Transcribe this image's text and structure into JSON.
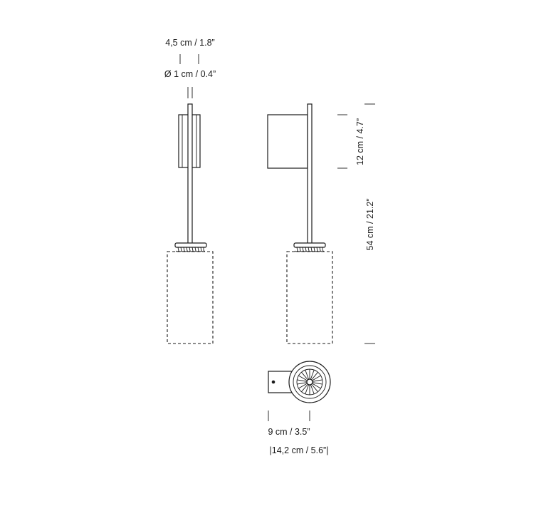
{
  "dimensions": {
    "top_width": "4,5 cm / 1.8”",
    "stem_diameter": "Ø 1 cm / 0.4”",
    "shade_height": "12 cm / 4.7”",
    "total_height": "54 cm / 21.2”",
    "base_diameter": "9 cm / 3.5”",
    "total_depth": "|14,2 cm / 5.6”|"
  }
}
